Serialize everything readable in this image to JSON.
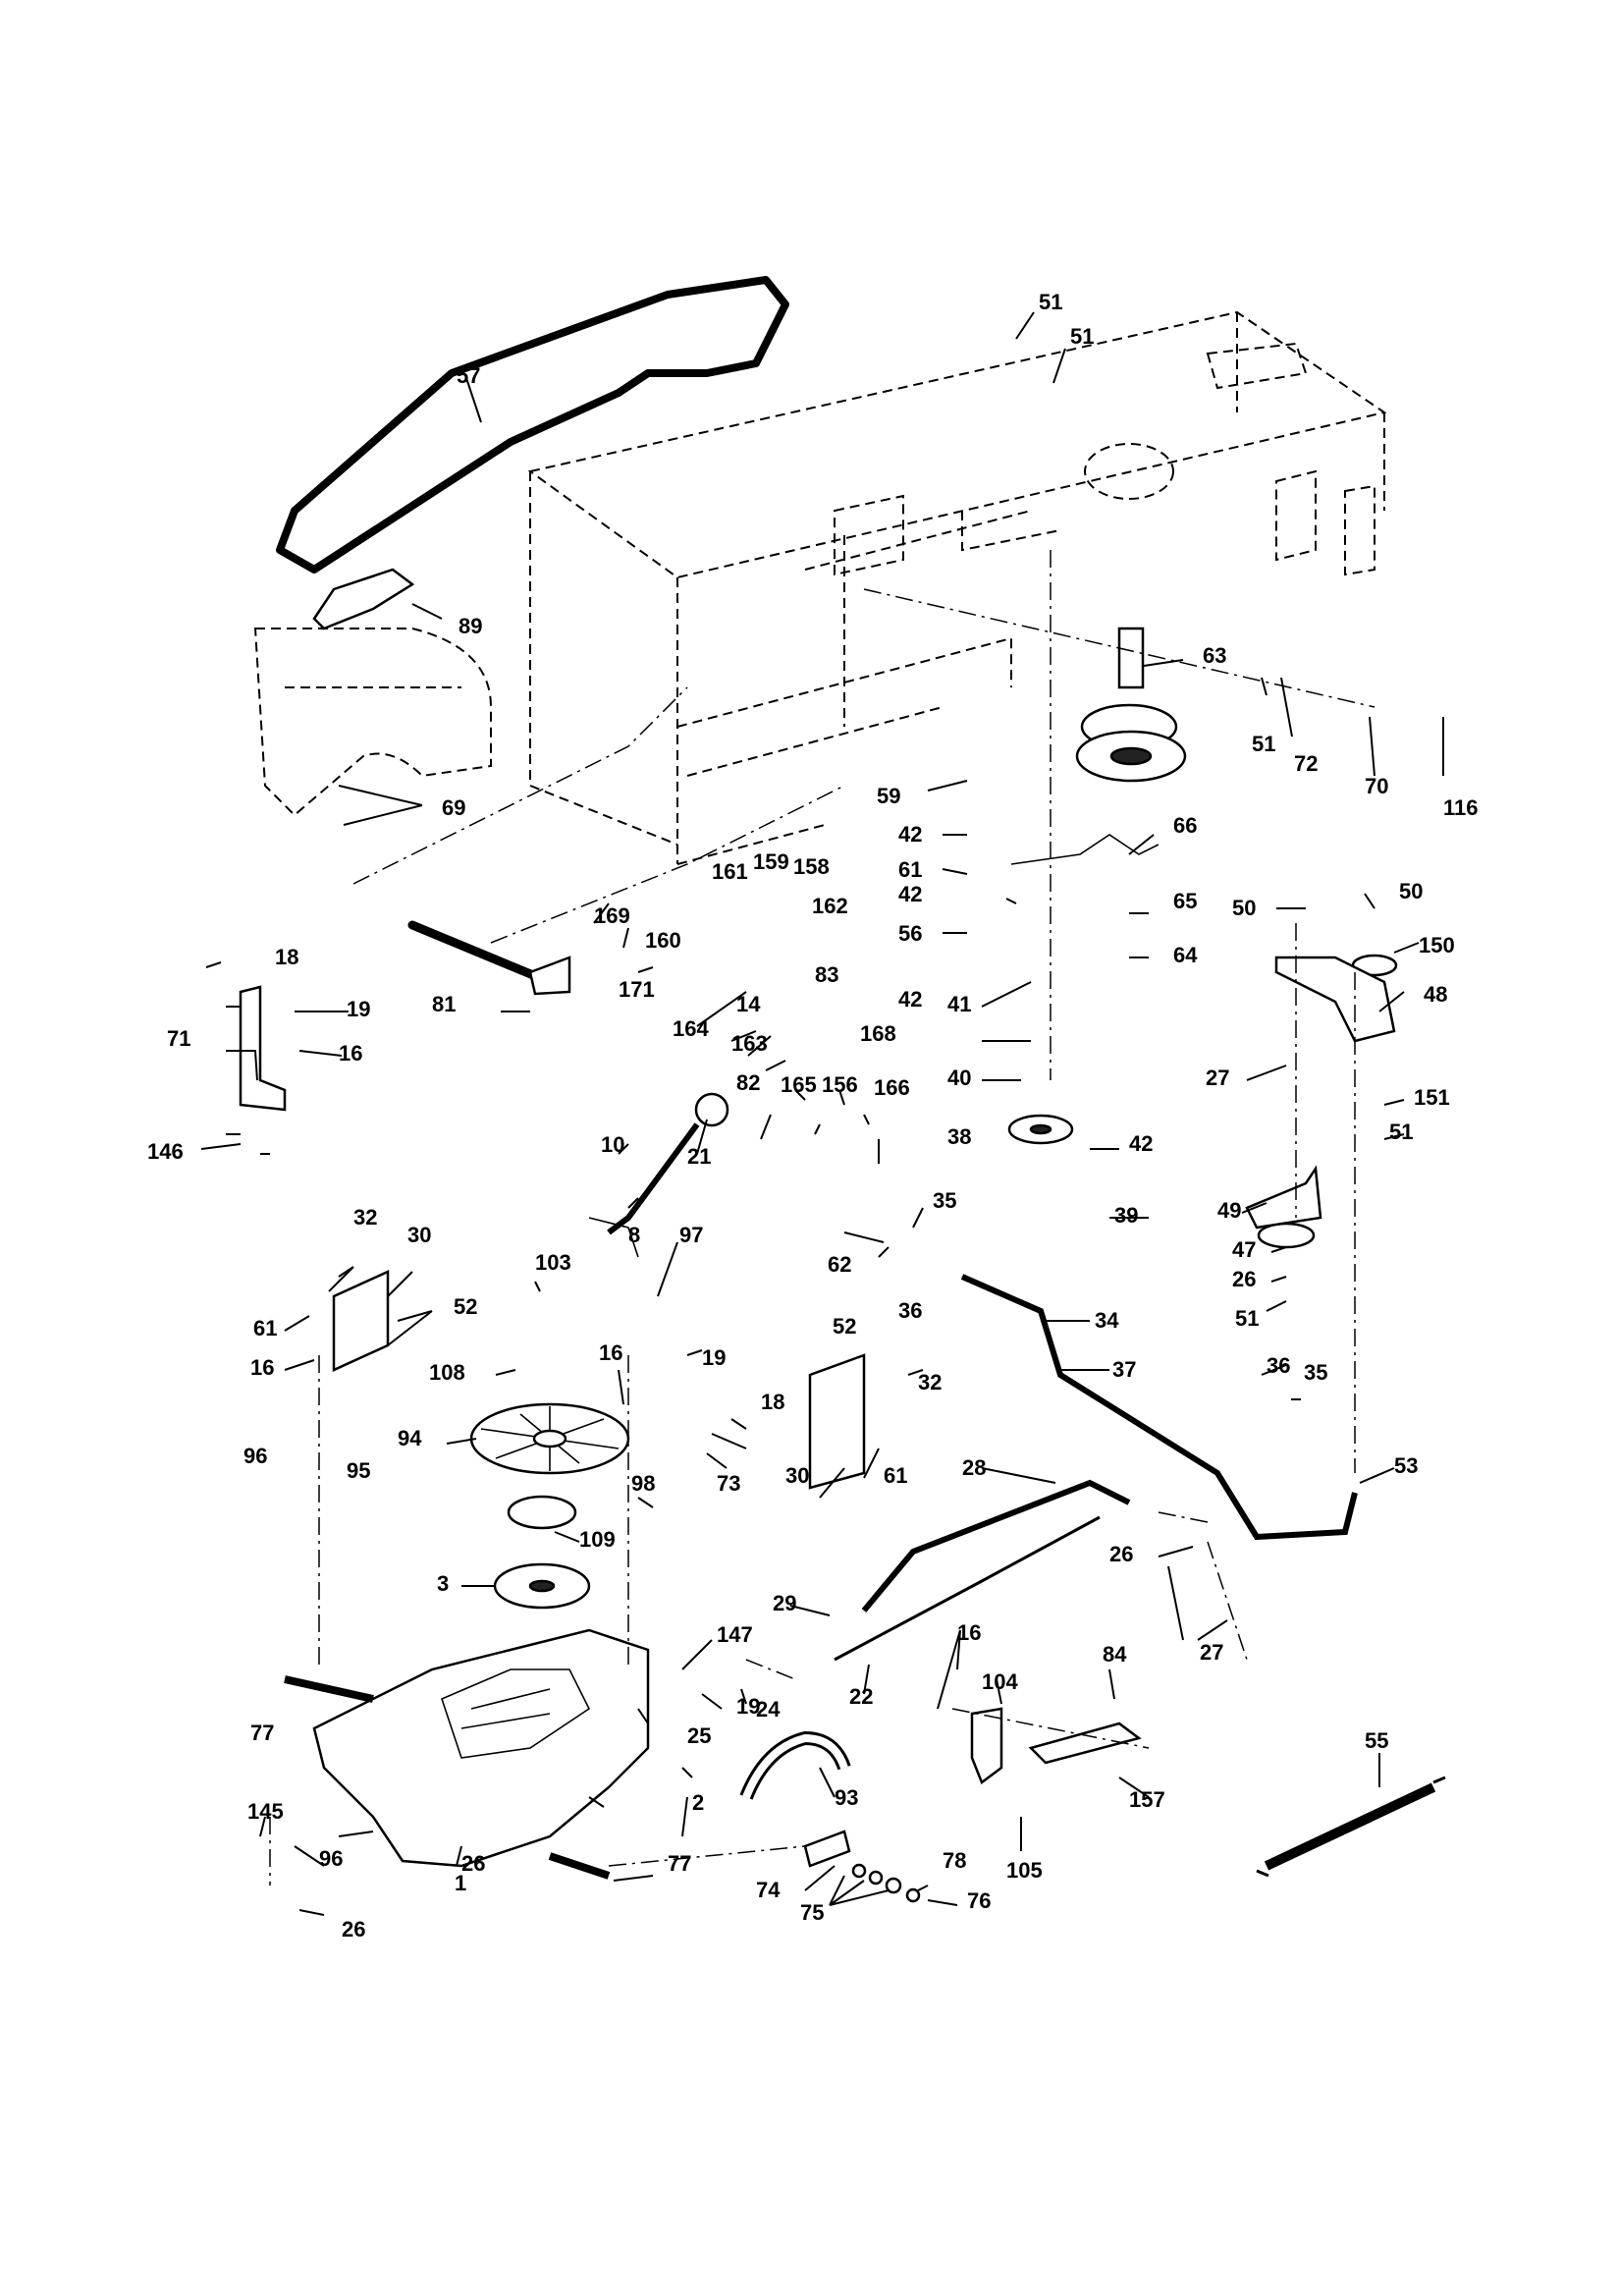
{
  "diagram": {
    "accent_color": "#000000",
    "background_color": "#ffffff",
    "callouts": [
      "1",
      "2",
      "3",
      "8",
      "10",
      "14",
      "16",
      "18",
      "19",
      "21",
      "22",
      "24",
      "25",
      "26",
      "27",
      "28",
      "29",
      "30",
      "32",
      "34",
      "35",
      "36",
      "37",
      "38",
      "39",
      "40",
      "41",
      "42",
      "47",
      "48",
      "49",
      "50",
      "51",
      "52",
      "53",
      "55",
      "56",
      "57",
      "59",
      "61",
      "62",
      "63",
      "64",
      "65",
      "66",
      "69",
      "70",
      "71",
      "72",
      "73",
      "74",
      "75",
      "76",
      "77",
      "78",
      "81",
      "82",
      "83",
      "84",
      "89",
      "93",
      "94",
      "95",
      "96",
      "97",
      "98",
      "103",
      "104",
      "105",
      "108",
      "109",
      "116",
      "145",
      "146",
      "147",
      "150",
      "151",
      "156",
      "157",
      "158",
      "159",
      "160",
      "161",
      "162",
      "163",
      "164",
      "165",
      "166",
      "168",
      "169",
      "171"
    ]
  }
}
